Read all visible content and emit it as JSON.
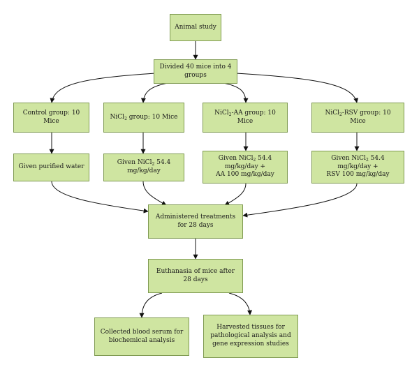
{
  "nodes": {
    "animal_study": "Animal study",
    "divided": "Divided 40 mice into 4 groups",
    "control_group": "Control group: 10 Mice",
    "nicl_group": {
      "pre": "NiCl",
      "sub": "2",
      "post": " group: 10 Mice"
    },
    "nicl_aa_group": {
      "pre": "NiCl",
      "sub": "2",
      "post": "-AA group: 10 Mice"
    },
    "nicl_rsv_group": {
      "pre": "NiCl",
      "sub": "2",
      "post": "-RSV group: 10 Mice"
    },
    "purified_water": "Given purified water",
    "given_nicl": {
      "pre": "Given NiCl",
      "sub": "2",
      "post": " 54.4 mg/kg/day"
    },
    "given_nicl_aa": {
      "pre": "Given NiCl",
      "sub": "2",
      "post": " 54.4 mg/kg/day +",
      "line2": "AA 100 mg/kg/day"
    },
    "given_nicl_rsv": {
      "pre": "Given NiCl",
      "sub": "2",
      "post": " 54.4 mg/kg/day +",
      "line2": "RSV 100 mg/kg/day"
    },
    "administered": "Administered treatments for 28 days",
    "euthanasia": "Euthanasia of mice after 28 days",
    "blood_serum": "Collected blood serum for biochemical analysis",
    "harvested": "Harvested tissues for pathological analysis and gene expression studies"
  },
  "colors": {
    "box_fill": "#cfe5a1",
    "box_border": "#7f9a52",
    "arrow": "#111111"
  }
}
